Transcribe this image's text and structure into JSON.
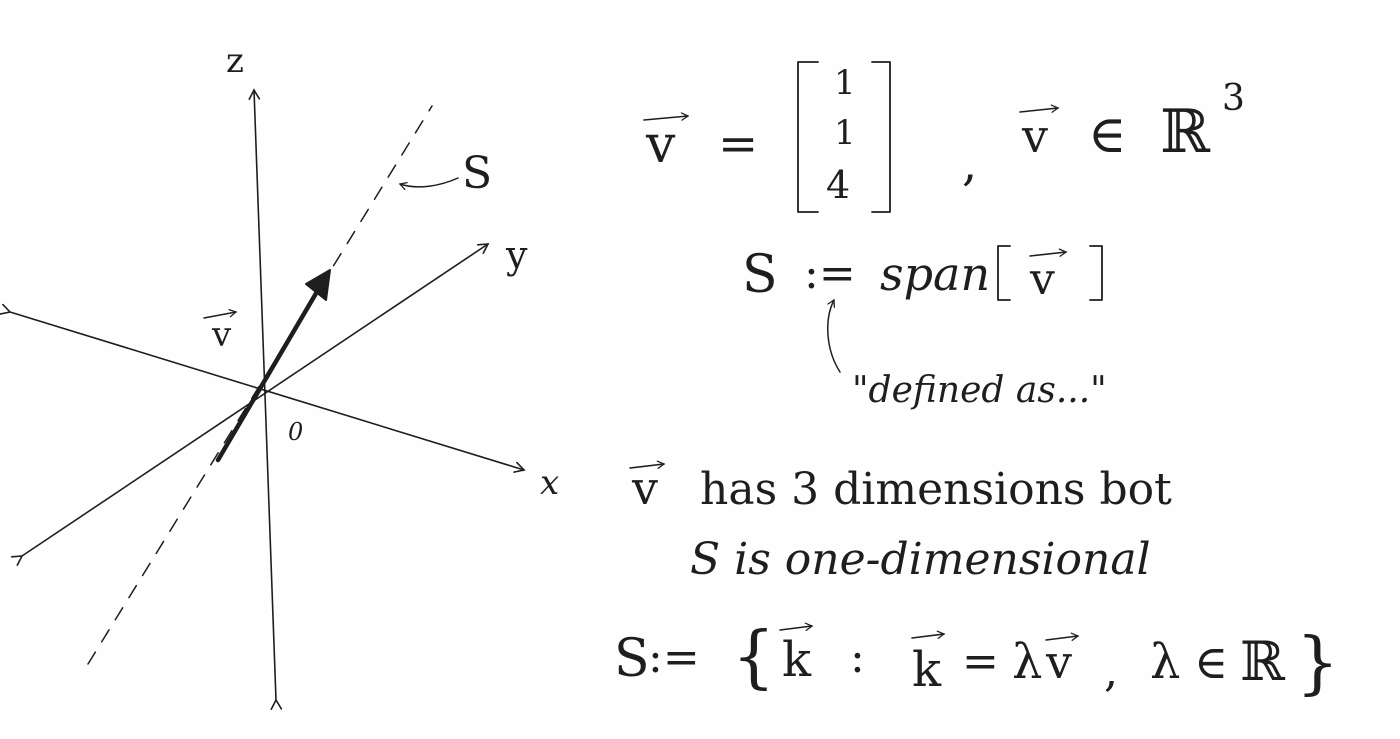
{
  "diagram": {
    "axes": {
      "z_label": "z",
      "y_label": "y",
      "x_label": "x",
      "origin_label": "0"
    },
    "subspace_label": "S",
    "vector_label": "v"
  },
  "equations": {
    "vector_symbol": "v",
    "equals": "=",
    "components": [
      "1",
      "1",
      "4"
    ],
    "comma": ",",
    "membership": "∈",
    "space": "ℝ",
    "space_exponent": "3",
    "span_lhs": "S",
    "defined_as_symbol": ":=",
    "span_func": "span",
    "defined_as_note": "\"defined as...\"",
    "statement_line1_rest": "has 3 dimensions bot",
    "statement_line2": "S is one-dimensional",
    "set_lhs": "S",
    "set_element": "k",
    "set_colon": ":",
    "set_condition_k": "k",
    "set_condition_eq": "=",
    "lambda": "λ",
    "set_reals": "ℝ"
  },
  "colors": {
    "ink": "#1e1e1e",
    "paper": "#fefefe"
  }
}
